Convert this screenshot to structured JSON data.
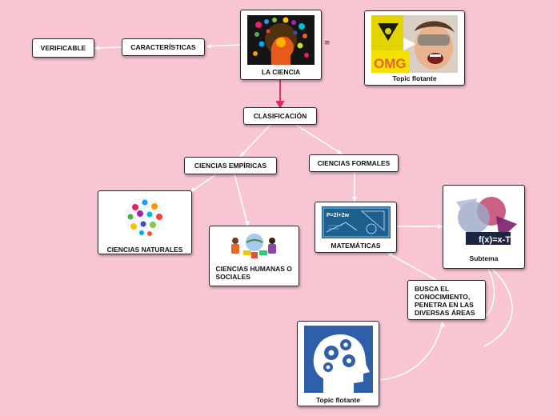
{
  "colors": {
    "background": "#f8c5d3",
    "connector": "#ffffff",
    "accent_connector": "#e0245e"
  },
  "nodes": {
    "la_ciencia": "LA CIENCIA",
    "caracteristicas": "CARACTERÍSTICAS",
    "verificable": "VERIFICABLE",
    "topic_flotante_top": "Topic flotante",
    "clasificacion": "CLASIFICACIÓN",
    "ciencias_empiricas": "CIENCIAS EMPÍRICAS",
    "ciencias_formales": "CIENCIAS FORMALES",
    "ciencias_naturales": "CIENCIAS NATURALES",
    "ciencias_humanas": "CIENCIAS HUMANAS O SOCIALES",
    "matematicas": "MATEMÁTICAS",
    "subtema": "Subtema",
    "busca": "BUSCA EL CONOCIMIENTO, PENETRA EN LAS DIVERSAS ÁREAS",
    "topic_flotante_bottom": "Topic flotante"
  },
  "image_text": {
    "omg": "OMG",
    "formula": "f(x)=x-T",
    "board": "P=2l+2w"
  },
  "icons": {
    "menu": "≡"
  }
}
